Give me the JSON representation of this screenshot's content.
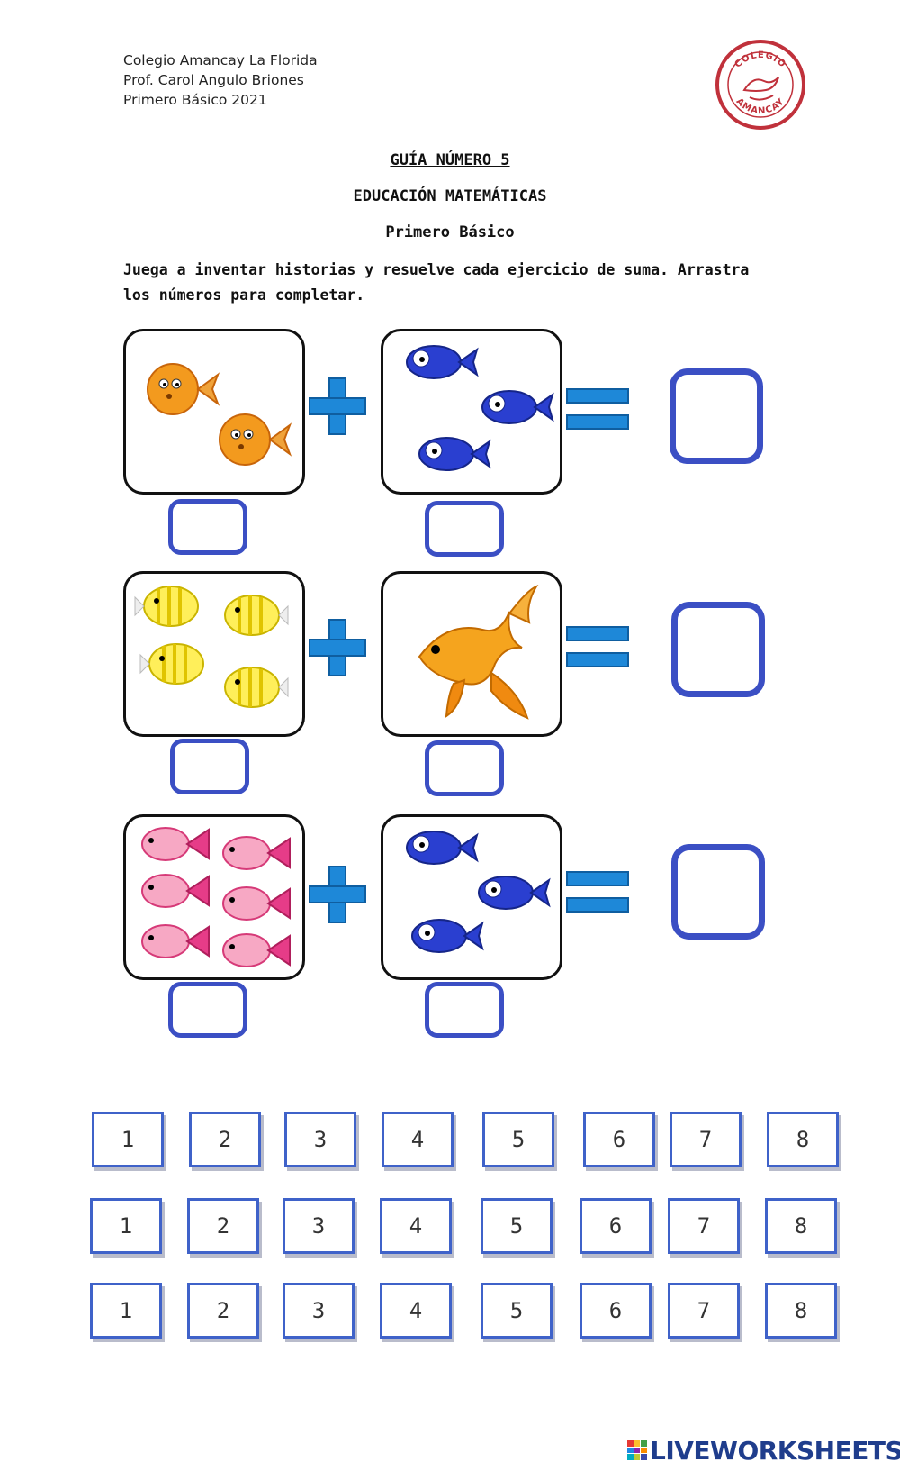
{
  "header": {
    "school": "Colegio Amancay La Florida",
    "teacher": "Prof. Carol Angulo Briones",
    "grade_year": "Primero Básico 2021"
  },
  "seal": {
    "top_text": "COLEGIO",
    "bottom_text": "AMANCAY"
  },
  "titles": {
    "guide": "GUÍA NÚMERO 5",
    "subject": "EDUCACIÓN MATEMÁTICAS",
    "level": "Primero Básico"
  },
  "instructions": "Juega a inventar historias y resuelve cada ejercicio de suma. Arrastra los números para completar.",
  "exercises": [
    {
      "left_picture": "pufferfish",
      "left_count": 2,
      "right_picture": "blue-fish",
      "right_count": 3
    },
    {
      "left_picture": "yellow-striped-fish",
      "left_count": 4,
      "right_picture": "goldfish",
      "right_count": 1
    },
    {
      "left_picture": "pink-fish",
      "left_count": 6,
      "right_picture": "blue-fish",
      "right_count": 3
    }
  ],
  "number_rows": [
    [
      "1",
      "2",
      "3",
      "4",
      "5",
      "6",
      "7",
      "8"
    ],
    [
      "1",
      "2",
      "3",
      "4",
      "5",
      "6",
      "7",
      "8"
    ],
    [
      "1",
      "2",
      "3",
      "4",
      "5",
      "6",
      "7",
      "8"
    ]
  ],
  "colors": {
    "box_border": "#3b4fc4",
    "operator": "#1e88d8",
    "tile_border": "#3f62c9"
  },
  "footer": {
    "brand": "LIVEWORKSHEETS"
  }
}
